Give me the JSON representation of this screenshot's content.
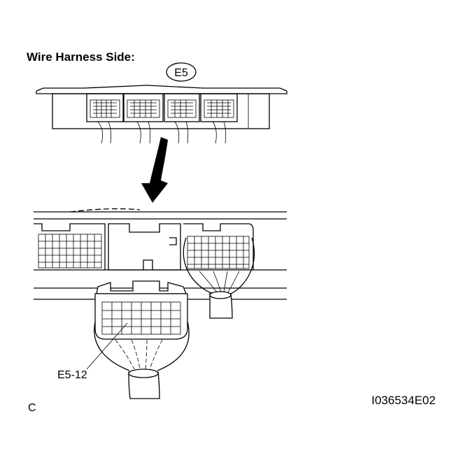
{
  "labels": {
    "title": "Wire Harness Side:",
    "connector": "E5",
    "pin": "E5-12",
    "corner": "C",
    "figure_id": "I036534E02"
  },
  "colors": {
    "line": "#000000",
    "background": "#ffffff"
  }
}
